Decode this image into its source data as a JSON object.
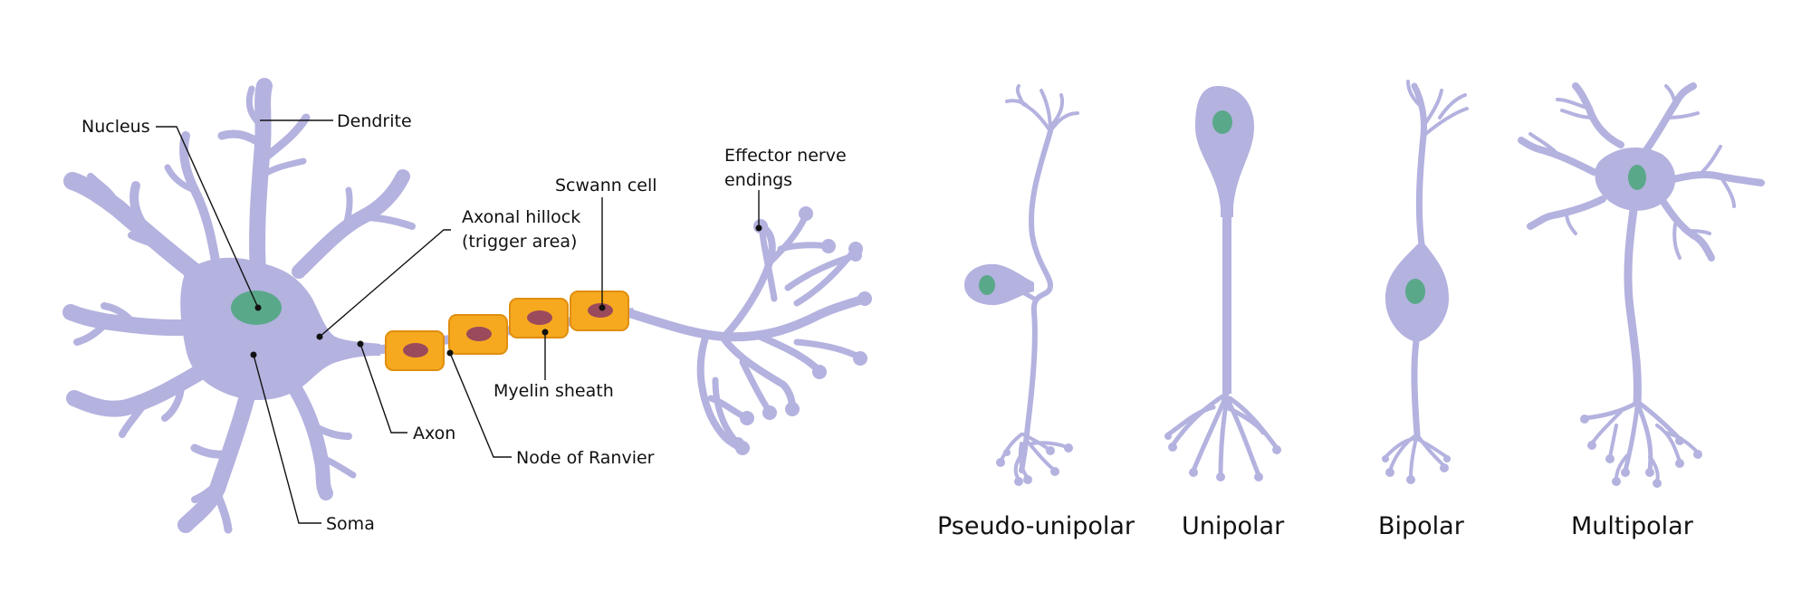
{
  "labels": {
    "nucleus": "Nucleus",
    "dendrite": "Dendrite",
    "axonal_hillock": "Axonal hillock",
    "trigger_area": "(trigger area)",
    "scwann_cell": "Scwann cell",
    "effector_line1": "Effector nerve",
    "effector_line2": "endings",
    "myelin_sheath": "Myelin sheath",
    "axon": "Axon",
    "node_of_ranvier": "Node of Ranvier",
    "soma": "Soma"
  },
  "types": {
    "pseudo_unipolar": "Pseudo-unipolar",
    "unipolar": "Unipolar",
    "bipolar": "Bipolar",
    "multipolar": "Multipolar"
  },
  "colors": {
    "neuron": "#b4b2df",
    "neuron_edge": "#9b98cf",
    "nucleus": "#5aa88a",
    "schwann": "#f6a91f",
    "schwann_edge": "#e08e10",
    "schwann_nucleus": "#9b4a5c"
  }
}
